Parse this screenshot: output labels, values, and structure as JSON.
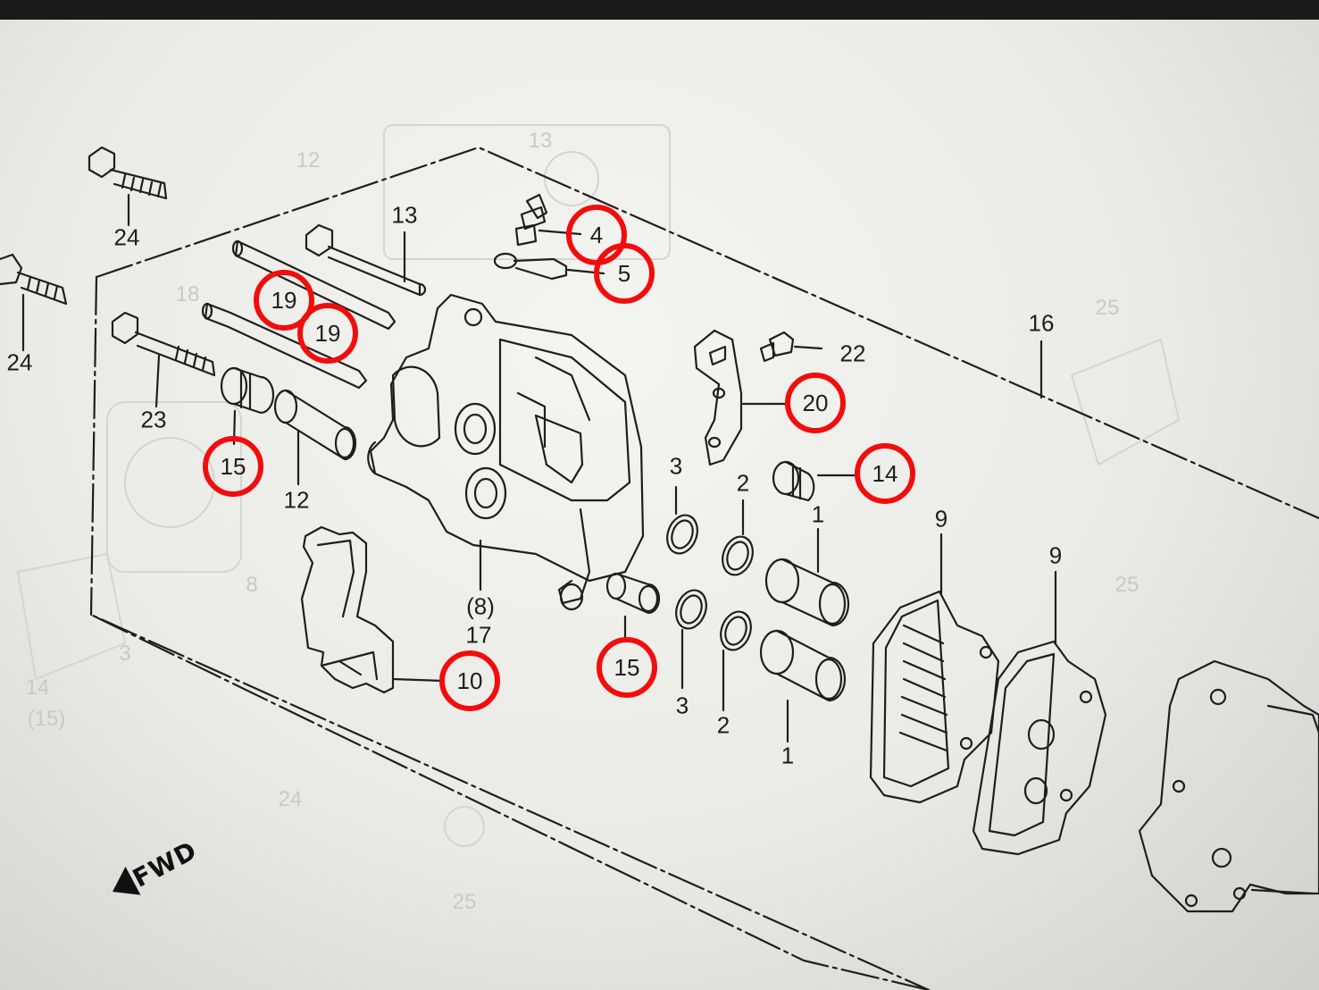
{
  "diagram": {
    "labels": {
      "p24a": "24",
      "p24b": "24",
      "p13": "13",
      "p23": "23",
      "p12": "12",
      "p16": "16",
      "p22": "22",
      "p3a": "3",
      "p2a": "2",
      "p1a": "1",
      "p3b": "3",
      "p2b": "2",
      "p1b": "1",
      "p9a": "9",
      "p9b": "9",
      "p8": "(8)",
      "p17": "17"
    },
    "circled_labels": {
      "p4": "4",
      "p5": "5",
      "p19a": "19",
      "p19b": "19",
      "p20": "20",
      "p14": "14",
      "p15a": "15",
      "p15b": "15",
      "p10": "10"
    },
    "ghost_labels": {
      "g13": "13",
      "g12": "12",
      "g18": "18",
      "g25a": "25",
      "g25b": "25",
      "g14": "14",
      "g15": "(15)",
      "g24": "24",
      "g25c": "25",
      "g8": "8",
      "g3": "3"
    },
    "fwd_label": "FWD",
    "highlight_color": "#f20d0d",
    "line_color": "#1e1e1e"
  }
}
